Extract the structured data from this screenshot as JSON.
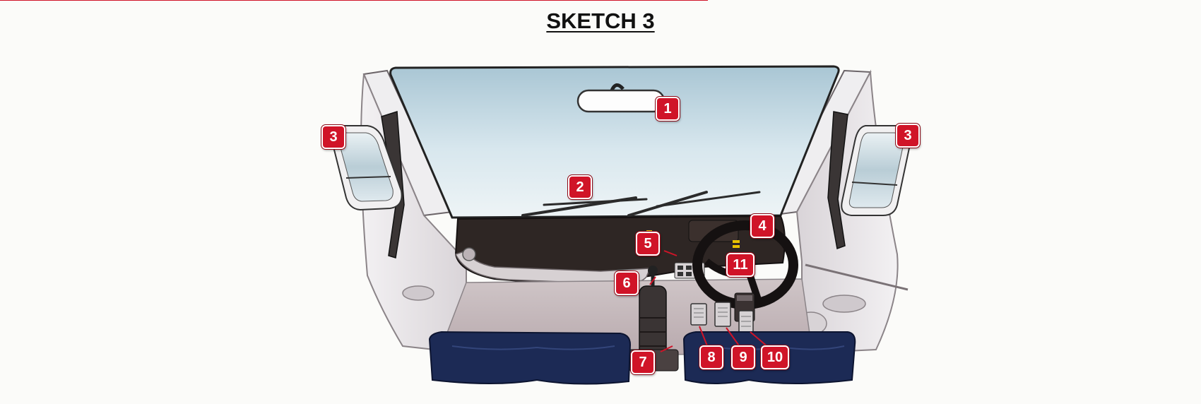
{
  "title": "SKETCH 3",
  "markers": {
    "m1": "1",
    "m2": "2",
    "m3_left": "3",
    "m3_right": "3",
    "m4": "4",
    "m5": "5",
    "m6": "6",
    "m7": "7",
    "m8": "8",
    "m9": "9",
    "m10": "10",
    "m11": "11"
  },
  "colors": {
    "marker_red": "#d01428",
    "windscreen": "#c9dde6",
    "seat_blue": "#1c2a55",
    "dash_dark": "#2a2422",
    "interior_grey": "#e6e3e6"
  }
}
